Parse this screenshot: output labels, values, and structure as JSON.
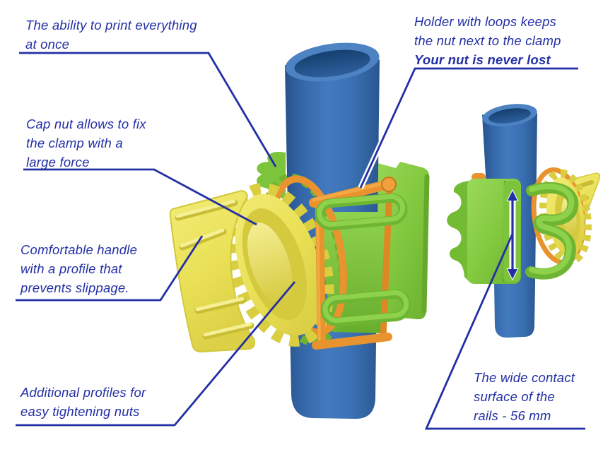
{
  "figure": {
    "type": "annotated-product-illustration",
    "background": "#ffffff",
    "annotation_color": "#232fa5"
  },
  "annotations": {
    "print_everything": {
      "lines": [
        "The ability to print everything",
        "at once"
      ]
    },
    "cap_nut": {
      "lines": [
        "Cap nut allows to fix",
        "the clamp with a",
        "large force"
      ]
    },
    "comfortable_handle": {
      "lines": [
        "Comfortable handle",
        "with a profile that",
        "prevents slippage."
      ]
    },
    "additional_profiles": {
      "lines": [
        "Additional profiles for",
        "easy tightening nuts"
      ]
    },
    "holder_loops": {
      "lines": [
        "Holder with loops keeps",
        "the nut next to the clamp"
      ],
      "bold_line": "Your nut is never lost"
    },
    "contact_surface": {
      "lines": [
        "The wide contact",
        "surface of the",
        "rails - 56 mm"
      ]
    }
  },
  "measurement": {
    "dimension": "56 mm"
  },
  "parts": {
    "pipe_color": "#3b72b8",
    "clamp_color": "#84ca40",
    "holder_color": "#e8932e",
    "cap_nut_color": "#eae158"
  }
}
